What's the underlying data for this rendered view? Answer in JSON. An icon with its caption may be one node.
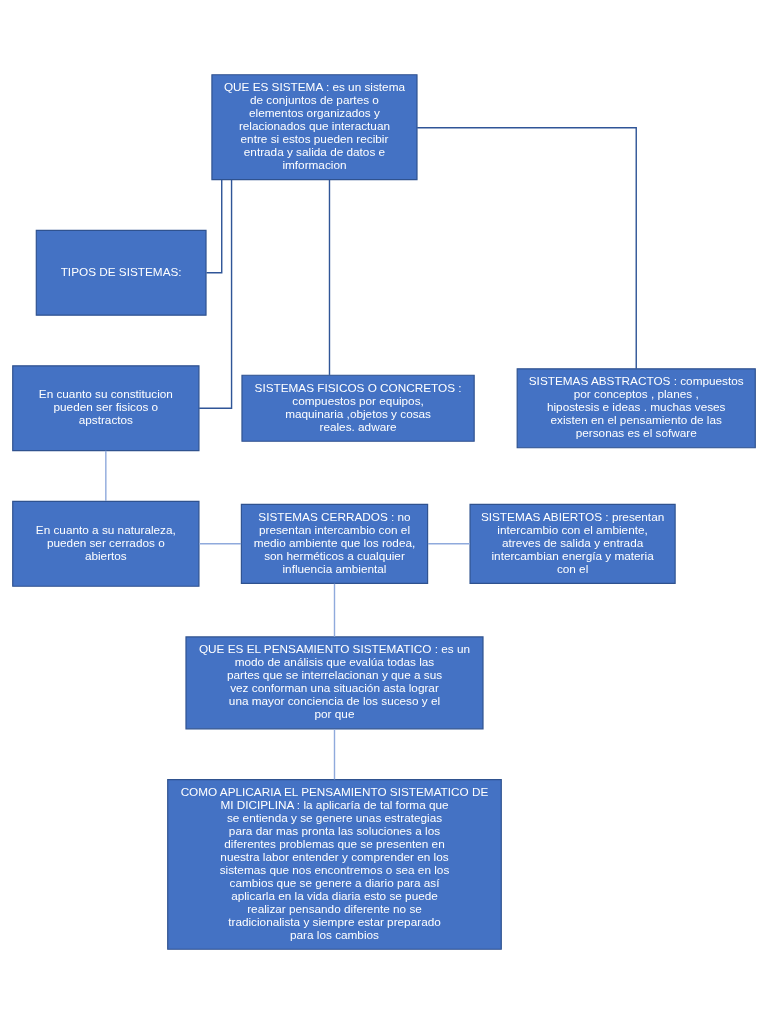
{
  "diagram": {
    "nodes": [
      {
        "text": [
          "QUE ES SISTEMA : es un sistema de conjuntos de partes o elementos organizados y relacionados que interactuan entre si estos pueden recibir entrada y salida de datos e imformacion"
        ]
      },
      {
        "text": [
          "TIPOS DE SISTEMAS:"
        ]
      },
      {
        "text": [
          "En cuanto su constitucion pueden ser fisicos o apstractos"
        ]
      },
      {
        "text": [
          "SISTEMAS FISICOS O CONCRETOS : compuestos por equipos, maquinaria ,objetos y cosas reales. adware"
        ]
      },
      {
        "text": [
          "SISTEMAS ABSTRACTOS : compuestos por conceptos , planes , hipostesis e ideas . muchas veses existen en el pensamiento de las personas es el sofware"
        ]
      },
      {
        "text": [
          "En cuanto a su naturaleza, pueden ser cerrados o abiertos"
        ]
      },
      {
        "text": [
          "SISTEMAS CERRADOS : no presentan intercambio con el medio ambiente que los rodea, son herméticos a cualquier influencia ambiental"
        ]
      },
      {
        "text": [
          "SISTEMAS ABIERTOS : presentan intercambio con el ambiente, atreves de salida y entrada intercambian energía y materia con el"
        ]
      },
      {
        "text": [
          "QUE ES EL PENSAMIENTO SISTEMATICO : es un modo de análisis que evalúa todas las partes que se interrelacionan y que a sus vez conforman una situación asta lograr una mayor conciencia de los suceso y el por que"
        ]
      },
      {
        "text": [
          "COMO APLICARIA EL PENSAMIENTO SISTEMATICO DE MI DICIPLINA : la aplicaría de tal forma que se entienda y se genere unas estrategias para dar mas pronta las soluciones a los diferentes problemas que se presenten en nuestra labor entender y comprender en los sistemas que nos encontremos o sea en los cambios que se genere a diario para así aplicarla en la vida diaria esto se puede realizar pensando diferente no se tradicionalista y siempre estar preparado para los cambios"
        ]
      }
    ],
    "edges": [
      {
        "from": 0,
        "to": 1,
        "arrow": "none",
        "color": "#2f5597"
      },
      {
        "from": 0,
        "to": 2,
        "arrow": "none",
        "color": "#2f5597"
      },
      {
        "from": 0,
        "to": 3,
        "arrow": "none",
        "color": "#2f5597"
      },
      {
        "from": 0,
        "to": 4,
        "arrow": "none",
        "color": "#2f5597"
      },
      {
        "from": 2,
        "to": 5,
        "arrow": "none"
      },
      {
        "from": 5,
        "to": 6,
        "arrow": "none"
      },
      {
        "from": 6,
        "to": 7,
        "arrow": "none"
      },
      {
        "from": 6,
        "to": 8,
        "arrow": "none"
      },
      {
        "from": 8,
        "to": 9,
        "arrow": "none"
      }
    ]
  }
}
